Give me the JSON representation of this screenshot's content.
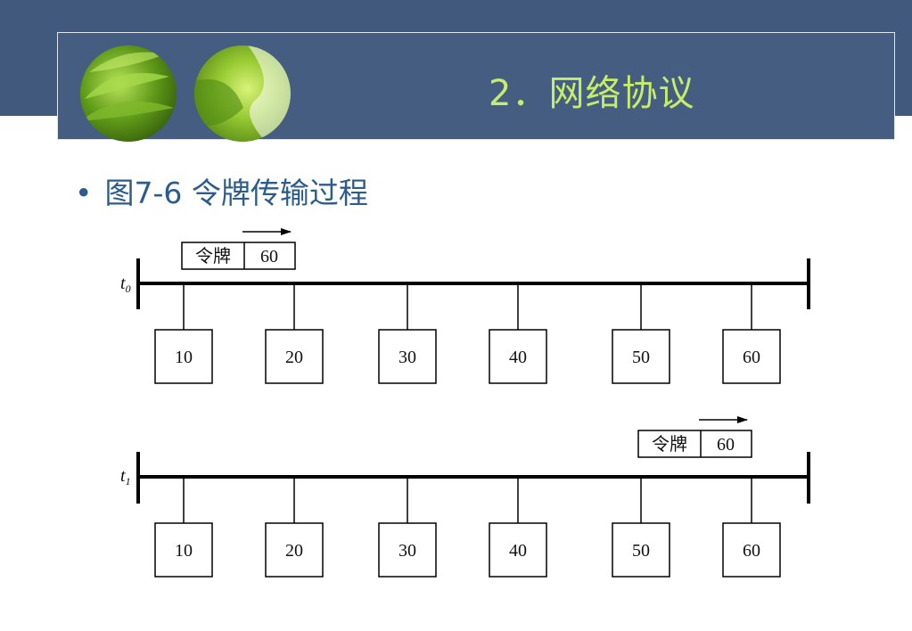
{
  "slide": {
    "title": "2．网络协议",
    "bullet_symbol": "•",
    "bullet_text": "图7-6 令牌传输过程"
  },
  "diagram": {
    "timelines": [
      {
        "time_label": "t",
        "time_subscript": "0",
        "token": {
          "label": "令牌",
          "value": "60",
          "near_station": "20"
        },
        "stations": [
          "10",
          "20",
          "30",
          "40",
          "50",
          "60"
        ]
      },
      {
        "time_label": "t",
        "time_subscript": "1",
        "token": {
          "label": "令牌",
          "value": "60",
          "near_station": "60"
        },
        "stations": [
          "10",
          "20",
          "30",
          "40",
          "50",
          "60"
        ]
      }
    ]
  }
}
